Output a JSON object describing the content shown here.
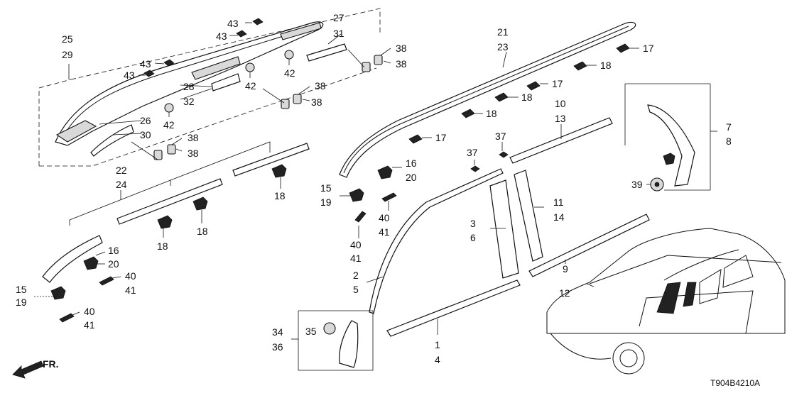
{
  "diagram": {
    "reference_code": "T904B4210A",
    "direction_label": "FR.",
    "callouts": {
      "c25": "25",
      "c29": "29",
      "c27": "27",
      "c31": "31",
      "c43a": "43",
      "c43b": "43",
      "c43c": "43",
      "c43d": "43",
      "c42a": "42",
      "c42b": "42",
      "c42c": "42",
      "c38a": "38",
      "c38b": "38",
      "c38c": "38",
      "c38d": "38",
      "c38e": "38",
      "c38f": "38",
      "c28": "28",
      "c32": "32",
      "c26": "26",
      "c30": "30",
      "c22": "22",
      "c24": "24",
      "c18a": "18",
      "c18b": "18",
      "c18c": "18",
      "c16a": "16",
      "c20a": "20",
      "c15a": "15",
      "c19a": "19",
      "c40a": "40",
      "c41a": "41",
      "c40b": "40",
      "c41b": "41",
      "c21": "21",
      "c23": "23",
      "c17a": "17",
      "c18d": "18",
      "c17b": "17",
      "c18e": "18",
      "c18f": "18",
      "c17c": "17",
      "c10": "10",
      "c13": "13",
      "c37a": "37",
      "c37b": "37",
      "c16b": "16",
      "c20b": "20",
      "c15b": "15",
      "c19b": "19",
      "c40c": "40",
      "c41c": "41",
      "c40d": "40",
      "c41d": "41",
      "c7": "7",
      "c8": "8",
      "c39": "39",
      "c11": "11",
      "c14": "14",
      "c3": "3",
      "c6": "6",
      "c2": "2",
      "c5": "5",
      "c9": "9",
      "c12": "12",
      "c1": "1",
      "c4": "4",
      "c34": "34",
      "c36": "36",
      "c35": "35"
    }
  }
}
